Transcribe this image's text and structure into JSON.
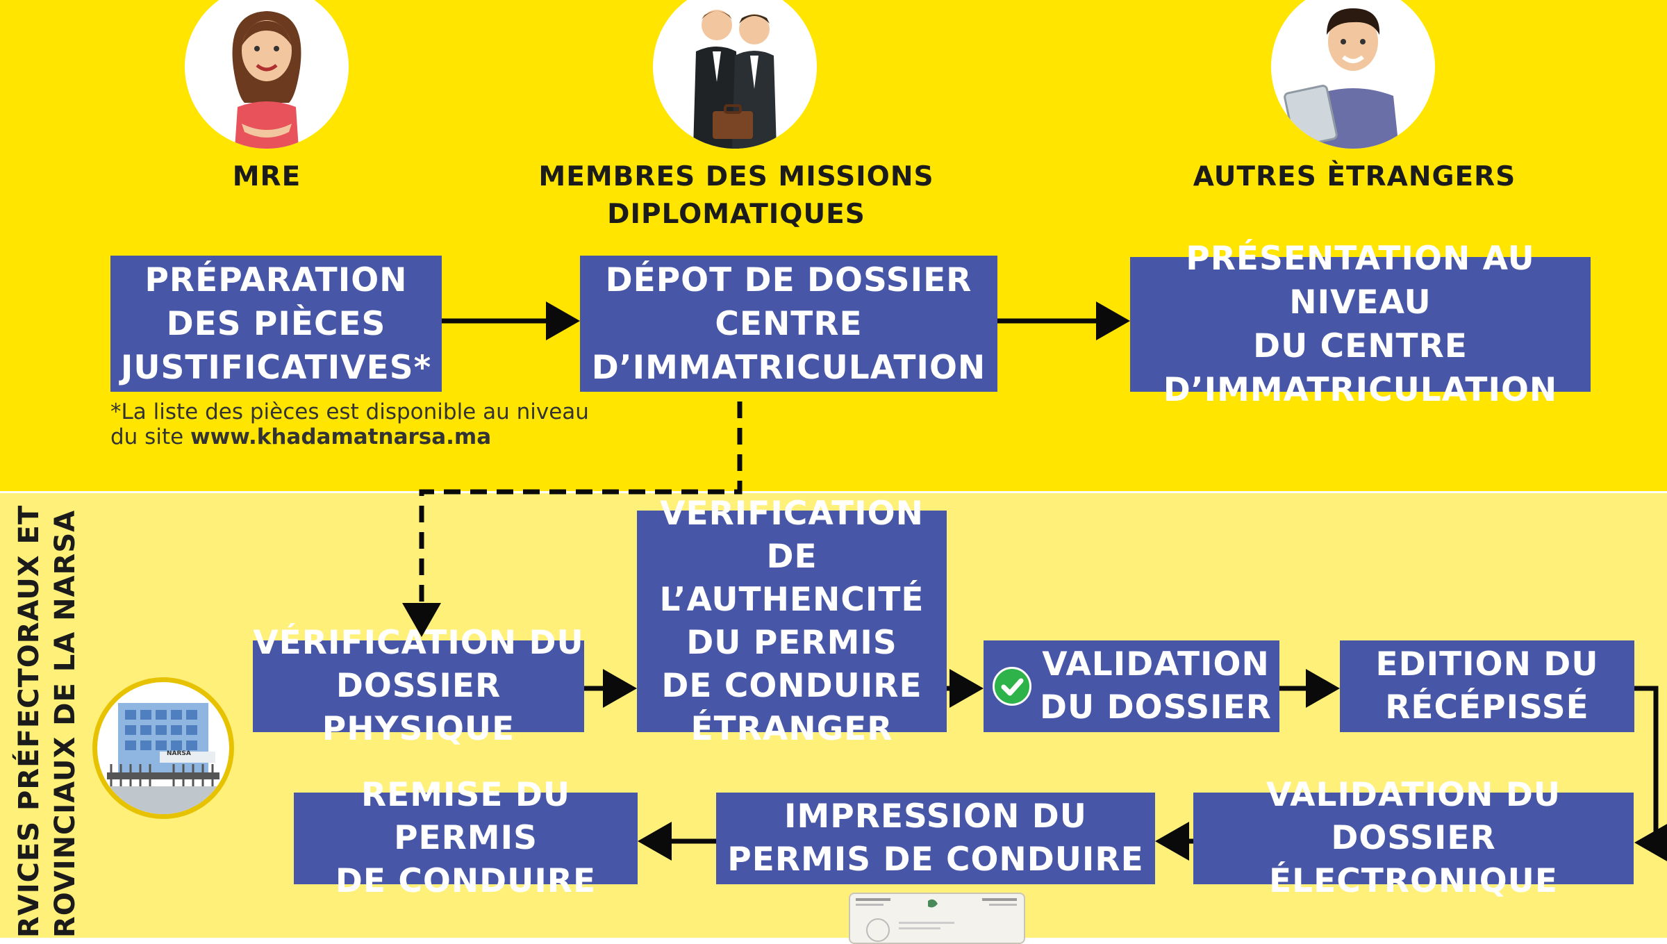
{
  "colors": {
    "top_band": "#FFE500",
    "bottom_band": "#FFF07A",
    "box": "#4756A7",
    "text_box": "#FFFFFF",
    "check": "#2DB34A"
  },
  "categories": {
    "mre": "MRE",
    "diplomatic_line1": "MEMBRES DES MISSIONS",
    "diplomatic_line2": "DIPLOMATIQUES",
    "others": "AUTRES ÈTRANGERS"
  },
  "steps": {
    "preparation": [
      "PRÉPARATION",
      "DES PIÈCES",
      "JUSTIFICATIVES*"
    ],
    "depot": [
      "DÉPOT DE DOSSIER",
      "CENTRE",
      "D’IMMATRICULATION"
    ],
    "presentation": [
      "PRÉSENTATION AU NIVEAU",
      "DU CENTRE",
      "D’IMMATRICULATION"
    ],
    "verification_physique": [
      "VÉRIFICATION DU",
      "DOSSIER PHYSIQUE"
    ],
    "verification_authenticite": [
      "VERIFICATION",
      "DE L’AUTHENCITÉ",
      "DU PERMIS",
      "DE CONDUIRE",
      "ÉTRANGER"
    ],
    "validation_dossier": [
      "VALIDATION",
      "DU DOSSIER"
    ],
    "edition_recepisse": [
      "EDITION DU",
      "RÉCÉPISSÉ"
    ],
    "validation_electronique": [
      "VALIDATION DU DOSSIER",
      "ÉLECTRONIQUE"
    ],
    "impression": [
      "IMPRESSION DU",
      "PERMIS DE CONDUIRE"
    ],
    "remise": [
      "REMISE DU PERMIS",
      "DE CONDUIRE"
    ]
  },
  "note": {
    "line1": "*La liste des pièces est disponible au niveau",
    "line2_prefix": "du site ",
    "website": "www.khadamatnarsa.ma"
  },
  "side_label": {
    "line1": "RVICES PRÉFECTORAUX ET",
    "line2": "ROVINCIAUX DE LA NARSA"
  },
  "building_sign": "NARSA",
  "icons": [
    "woman-avatar-icon",
    "diplomats-avatar-icon",
    "man-tablet-avatar-icon",
    "narsa-building-icon",
    "check-icon",
    "license-card-icon"
  ]
}
